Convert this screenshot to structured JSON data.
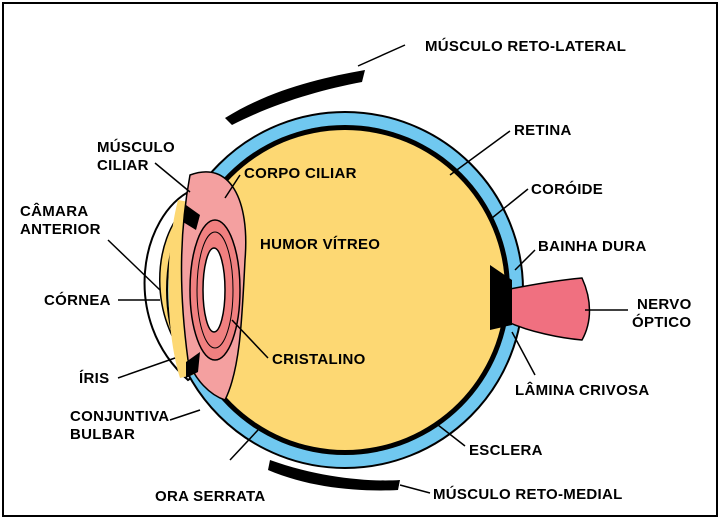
{
  "colors": {
    "vitreous": "#FDD873",
    "sclera_band": "#70C8F0",
    "muscle_pink": "#F08080",
    "optic_nerve": "#F07080",
    "outline": "#000000",
    "background": "#FFFFFF"
  },
  "labels": {
    "musculo_reto_lateral": "MÚSCULO RETO-LATERAL",
    "retina": "RETINA",
    "coroide": "CORÓIDE",
    "bainha_dura": "BAINHA DURA",
    "nervo_optico_1": "NERVO",
    "nervo_optico_2": "ÓPTICO",
    "lamina_crivosa": "LÂMINA CRIVOSA",
    "esclera": "ESCLERA",
    "musculo_reto_medial": "MÚSCULO RETO-MEDIAL",
    "ora_serrata": "ORA SERRATA",
    "conjuntiva_1": "CONJUNTIVA",
    "conjuntiva_2": "BULBAR",
    "iris": "ÍRIS",
    "cornea": "CÓRNEA",
    "camara_1": "CÂMARA",
    "camara_2": "ANTERIOR",
    "musculo_ciliar_1": "MÚSCULO",
    "musculo_ciliar_2": "CILIAR",
    "corpo_ciliar": "CORPO CILIAR",
    "humor_vitreo": "HUMOR VÍTREO",
    "cristalino": "CRISTALINO"
  }
}
